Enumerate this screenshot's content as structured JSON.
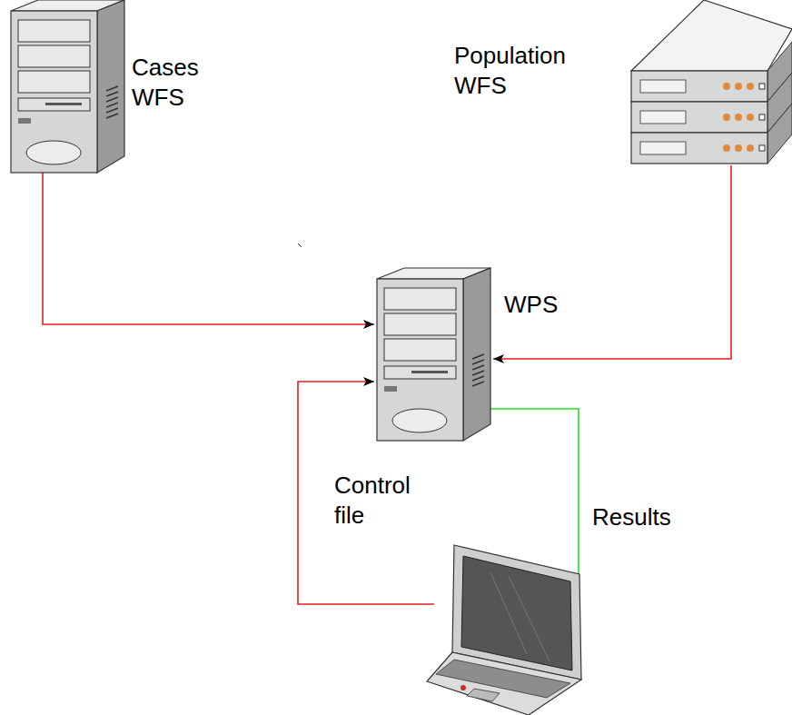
{
  "diagram": {
    "nodes": [
      {
        "text": [
          "Cases WFS"
        ]
      },
      {
        "text": [
          "Population WFS"
        ]
      },
      {
        "text": [
          "WPS"
        ]
      },
      {
        "text": []
      }
    ],
    "edges": [
      {
        "from": 0,
        "to": 2,
        "arrow": "to"
      },
      {
        "from": 1,
        "to": 2,
        "arrow": "to"
      },
      {
        "from": 3,
        "to": 2,
        "label": "Control file",
        "arrow": "to"
      },
      {
        "from": 2,
        "to": 3,
        "label": "Results",
        "arrow": "to"
      }
    ]
  }
}
